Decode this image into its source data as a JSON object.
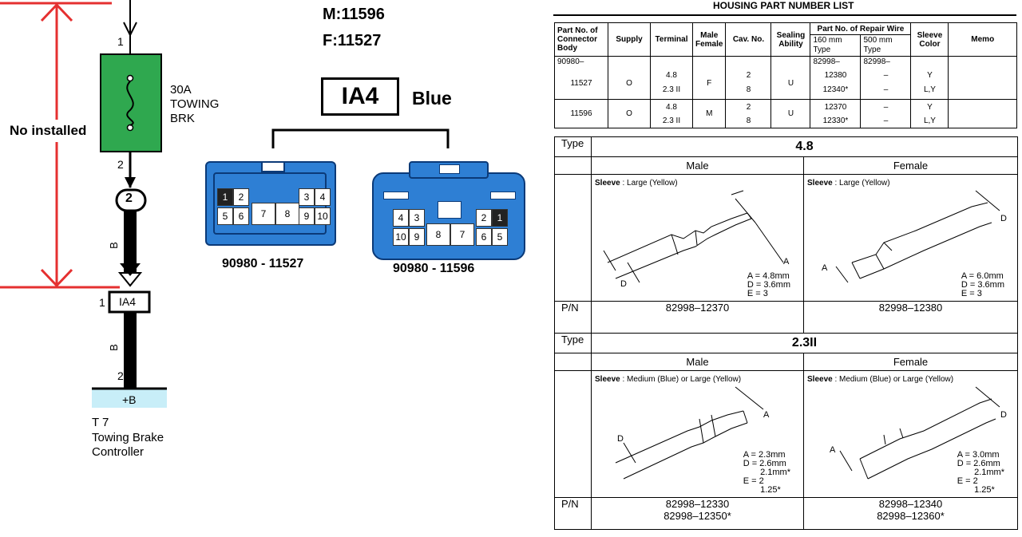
{
  "diagram": {
    "not_installed_label": "No installed",
    "fuse": {
      "pin_in": "1",
      "pin_out": "2",
      "rating": "30A",
      "line1": "TOWING",
      "line2": "BRK"
    },
    "junction": "2",
    "wire_color_1": "B",
    "wire_color_2": "B",
    "connector_ia4": {
      "pin": "1",
      "name": "IA4"
    },
    "ground_pin": "2",
    "ground_label": "+B",
    "device": {
      "id": "T 7",
      "line1": "Towing Brake",
      "line2": "Controller"
    }
  },
  "connectors": {
    "male_code": "M:11596",
    "female_code": "F:11527",
    "ia4_box": "IA4",
    "color": "Blue",
    "left_part": "90980 - 11527",
    "right_part": "90980 - 11596",
    "left_pins_top": [
      "1",
      "2",
      "3",
      "4"
    ],
    "left_pins_bottom": [
      "5",
      "6",
      "7",
      "8",
      "9",
      "10"
    ],
    "right_pins_top": [
      "4",
      "3",
      "2",
      "1"
    ],
    "right_pins_bottom": [
      "10",
      "9",
      "8",
      "7",
      "6",
      "5"
    ]
  },
  "housing": {
    "title": "HOUSING PART NUMBER LIST",
    "headers": {
      "part_no": "Part No. of Connector Body",
      "supply": "Supply",
      "terminal": "Terminal",
      "male_female": "Male Female",
      "cav": "Cav. No.",
      "sealing": "Sealing Ability",
      "repair": "Part No. of Repair Wire",
      "r160": "160 mm Type",
      "r500": "500 mm Type",
      "sleeve": "Sleeve Color",
      "memo": "Memo"
    },
    "prefix_body": "90980–",
    "prefix_160": "82998–",
    "prefix_500": "82998–",
    "rows": [
      {
        "body": "11527",
        "supply": "O",
        "t1": "4.8",
        "t2": "2.3 II",
        "mf": "F",
        "c1": "2",
        "c2": "8",
        "seal": "U",
        "a1": "12380",
        "a2": "12340*",
        "b1": "–",
        "b2": "–",
        "s1": "Y",
        "s2": "L,Y"
      },
      {
        "body": "11596",
        "supply": "O",
        "t1": "4.8",
        "t2": "2.3 II",
        "mf": "M",
        "c1": "2",
        "c2": "8",
        "seal": "U",
        "a1": "12370",
        "a2": "12330*",
        "b1": "–",
        "b2": "–",
        "s1": "Y",
        "s2": "L,Y"
      }
    ]
  },
  "terminals": [
    {
      "type_label": "Type",
      "type_value": "4.8",
      "male": "Male",
      "female": "Female",
      "male_sleeve_key": "Sleeve",
      "male_sleeve": " : Large (Yellow)",
      "female_sleeve_key": "Sleeve",
      "female_sleeve": " : Large (Yellow)",
      "male_dims": "A = 4.8mm\nD = 3.6mm\nE = 3",
      "female_dims": "A = 6.0mm\nD = 3.6mm\nE = 3",
      "pn_label": "P/N",
      "male_pn": "82998–12370",
      "male_pn2": "",
      "female_pn": "82998–12380",
      "female_pn2": ""
    },
    {
      "type_label": "Type",
      "type_value": "2.3II",
      "male": "Male",
      "female": "Female",
      "male_sleeve_key": "Sleeve",
      "male_sleeve": " : Medium (Blue) or Large (Yellow)",
      "female_sleeve_key": "Sleeve",
      "female_sleeve": " : Medium (Blue) or Large (Yellow)",
      "male_dims": "A = 2.3mm\nD = 2.6mm\n       2.1mm*\nE = 2\n       1.25*",
      "female_dims": "A = 3.0mm\nD = 2.6mm\n       2.1mm*\nE = 2\n       1.25*",
      "pn_label": "P/N",
      "male_pn": "82998–12330",
      "male_pn2": "82998–12350*",
      "female_pn": "82998–12340",
      "female_pn2": "82998–12360*"
    }
  ],
  "colors": {
    "fuse_green": "#2fa84f",
    "connector_blue": "#2e7fd4",
    "measure_red": "#e53030",
    "ground_fill": "#c8eef8"
  }
}
